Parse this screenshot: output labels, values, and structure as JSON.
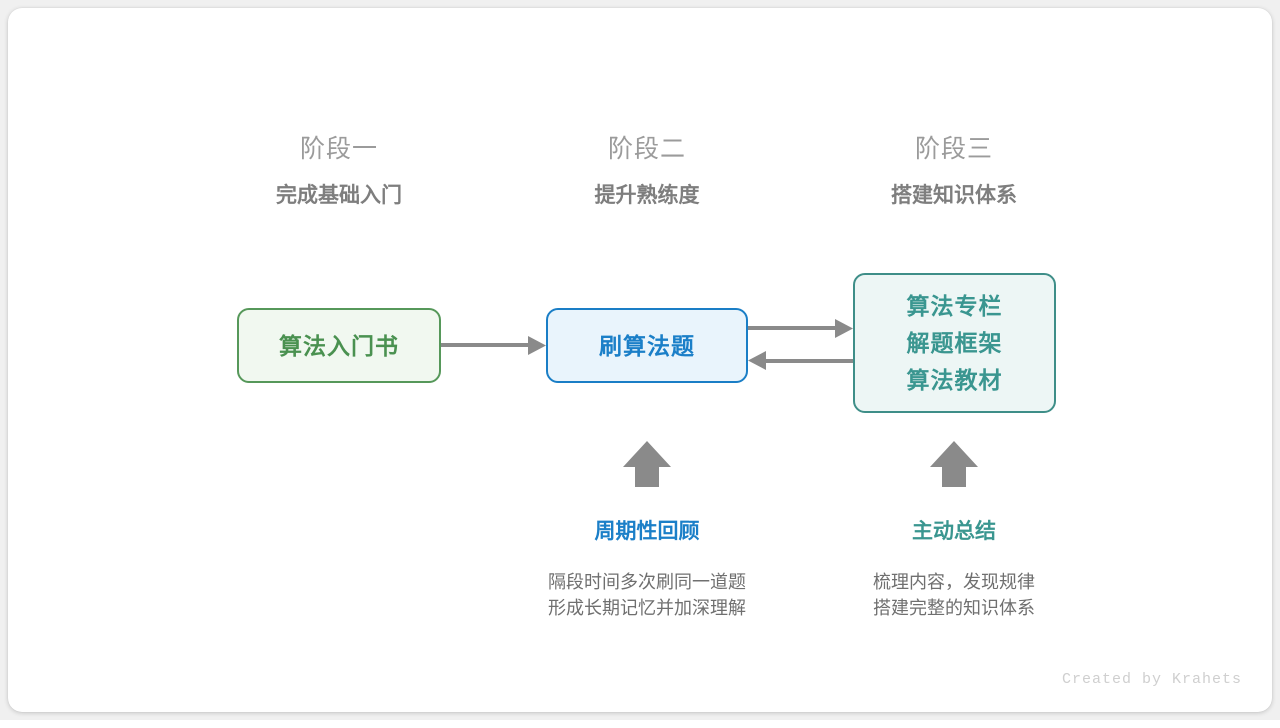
{
  "stages": [
    {
      "number": "阶段一",
      "title": "完成基础入门"
    },
    {
      "number": "阶段二",
      "title": "提升熟练度"
    },
    {
      "number": "阶段三",
      "title": "搭建知识体系"
    }
  ],
  "nodes": {
    "book": {
      "lines": [
        "算法入门书"
      ],
      "color": "#4a9150",
      "border": "#56985a",
      "fill": "#f1f8f0"
    },
    "practice": {
      "lines": [
        "刷算法题"
      ],
      "color": "#1b7fc8",
      "border": "#1a7ec6",
      "fill": "#e9f4fc"
    },
    "resources": {
      "lines": [
        "算法专栏",
        "解题框架",
        "算法教材"
      ],
      "color": "#3a9690",
      "border": "#3e8e88",
      "fill": "#edf6f5"
    }
  },
  "notes": [
    {
      "title": "周期性回顾",
      "color": "#1b7fc8",
      "desc_line1": "隔段时间多次刷同一道题",
      "desc_line2": "形成长期记忆并加深理解"
    },
    {
      "title": "主动总结",
      "color": "#3a9690",
      "desc_line1": "梳理内容，发现规律",
      "desc_line2": "搭建完整的知识体系"
    }
  ],
  "arrows": {
    "color": "#8a8a8a",
    "flow": [
      {
        "name": "book-to-practice",
        "direction": "right"
      },
      {
        "name": "practice-to-resources",
        "direction": "right"
      },
      {
        "name": "resources-to-practice",
        "direction": "left"
      }
    ],
    "up": [
      {
        "name": "review-up-arrow",
        "direction": "up"
      },
      {
        "name": "summary-up-arrow",
        "direction": "up"
      }
    ]
  },
  "credit": "Created by Krahets"
}
